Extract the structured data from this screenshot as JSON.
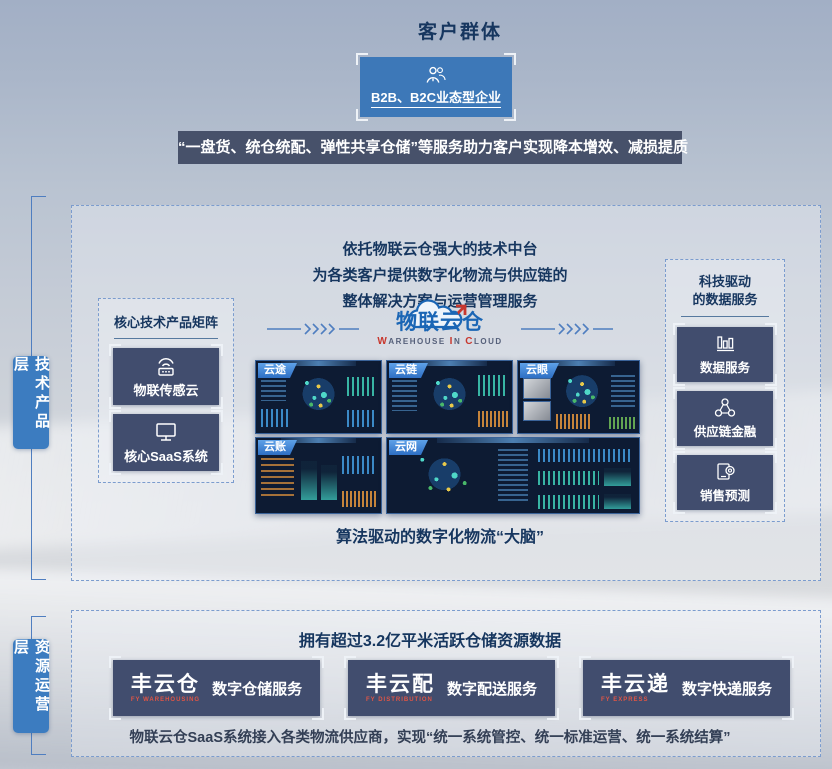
{
  "page": {
    "title": "客户群体"
  },
  "customer_box": {
    "label": "B2B、B2C业态型企业",
    "icon": "people-icon"
  },
  "banner": {
    "text": "“一盘货、统仓统配、弹性共享仓储”等服务助力客户实现降本增效、减损提质"
  },
  "tech_layer": {
    "side_label": "技术产品层",
    "intro": {
      "line1": "依托物联云仓强大的技术中台",
      "line2": "为各类客户提供数字化物流与供应链的",
      "line3": "整体解决方案与运营管理服务"
    },
    "core_products": {
      "title": "核心技术产品矩阵",
      "items": [
        {
          "label": "物联传感云",
          "icon": "iot-sensor-icon"
        },
        {
          "label": "核心SaaS系统",
          "icon": "saas-monitor-icon"
        }
      ]
    },
    "logo": {
      "name": "物联云仓",
      "sub_parts": {
        "w": "W",
        "arehouse": "AREHOUSE",
        "i": "I",
        "n": "N",
        "c": "C",
        "loud": "LOUD"
      }
    },
    "dashboards": {
      "d1": "云途",
      "d2": "云链",
      "d3": "云眼",
      "d4": "云账",
      "d5": "云网"
    },
    "data_services": {
      "title_line1": "科技驱动",
      "title_line2": "的数据服务",
      "items": [
        {
          "label": "数据服务",
          "icon": "data-bars-icon"
        },
        {
          "label": "供应链金融",
          "icon": "supply-network-icon"
        },
        {
          "label": "销售预测",
          "icon": "sales-forecast-icon"
        }
      ]
    },
    "caption": "算法驱动的数字化物流“大脑”"
  },
  "resource_layer": {
    "side_label": "资源运营层",
    "title": "拥有超过3.2亿平米活跃仓储资源数据",
    "brands": [
      {
        "logo": "丰云仓",
        "logo_sub": "FY WAREHOUSING",
        "label": "数字仓储服务"
      },
      {
        "logo": "丰云配",
        "logo_sub": "FY DISTRIBUTION",
        "label": "数字配送服务"
      },
      {
        "logo": "丰云递",
        "logo_sub": "FY EXPRESS",
        "label": "数字快递服务"
      }
    ],
    "footer": "物联云仓SaaS系统接入各类物流供应商，实现“统一系统管控、统一标准运营、统一系统结算”"
  },
  "colors": {
    "accent_blue": "#3d78b8",
    "navy_box": "#414d6e",
    "banner_bg": "#47516a",
    "title_text": "#16365f",
    "logo_blue": "#1b66b5",
    "logo_red": "#c8372d",
    "dashed_border": "#7b9cce"
  }
}
